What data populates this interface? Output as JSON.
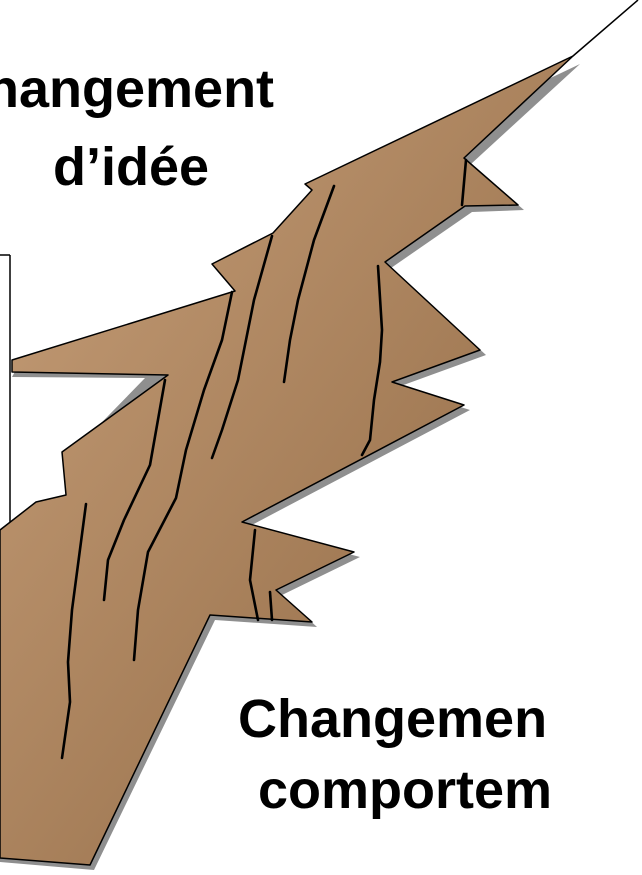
{
  "colors": {
    "background": "#ffffff",
    "crack_fill_light": "#c8a07a",
    "crack_fill_dark": "#8c6540",
    "shadow": "#8f8f8f",
    "outline": "#000000",
    "text": "#000000"
  },
  "labels": {
    "top_line1": "hangement",
    "top_line2": "d’idée",
    "bottom_line1": "Changemen",
    "bottom_line2": "comportem"
  }
}
